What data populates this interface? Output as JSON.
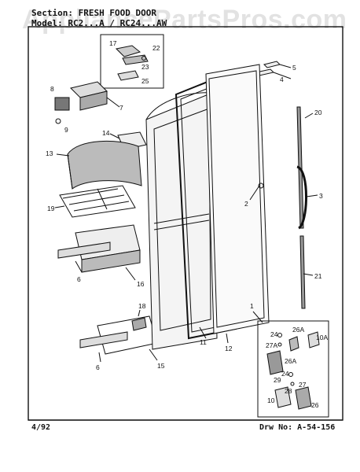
{
  "header": {
    "section_line": "Section:  FRESH FOOD DOOR",
    "model_line": "Model: RC2...A / RC24...AW"
  },
  "watermark": "AppliancePartsPros.com",
  "footer": {
    "date": "4/92",
    "drawing_no": "Drw No: A-54-156"
  },
  "callouts": {
    "c17": "17",
    "c22": "22",
    "c23": "23",
    "c25": "25",
    "c5": "5",
    "c4": "4",
    "c8": "8",
    "c7": "7",
    "c9": "9",
    "c14": "14",
    "c13": "13",
    "c20": "20",
    "c19": "19",
    "c2": "2",
    "c3": "3",
    "c6a": "6",
    "c16": "16",
    "c21": "21",
    "c18": "18",
    "c1": "1",
    "c11": "11",
    "c12": "12",
    "c6b": "6",
    "c15": "15",
    "c24a": "24",
    "c26a": "26A",
    "c27a": "27A",
    "c10a": "10A",
    "c26a2": "26A",
    "c29": "29",
    "c24b": "24",
    "c27": "27",
    "c28": "28",
    "c10": "10",
    "c26": "26"
  }
}
